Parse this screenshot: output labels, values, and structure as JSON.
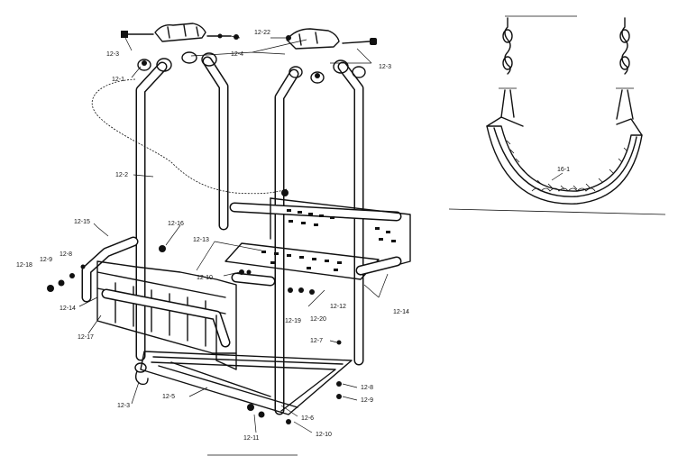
{
  "diagram": {
    "part_labels": [
      "12-3",
      "12-22",
      "12-4",
      "12-3",
      "12-1",
      "12-2",
      "12-15",
      "12-16",
      "12-13",
      "12-8",
      "12-9",
      "12-18",
      "12-10",
      "12-14",
      "12-17",
      "12-19",
      "12-20",
      "12-12",
      "12-14",
      "12-7",
      "12-8",
      "12-9",
      "12-3",
      "12-5",
      "12-6",
      "12-11",
      "12-10",
      "16-1"
    ]
  }
}
